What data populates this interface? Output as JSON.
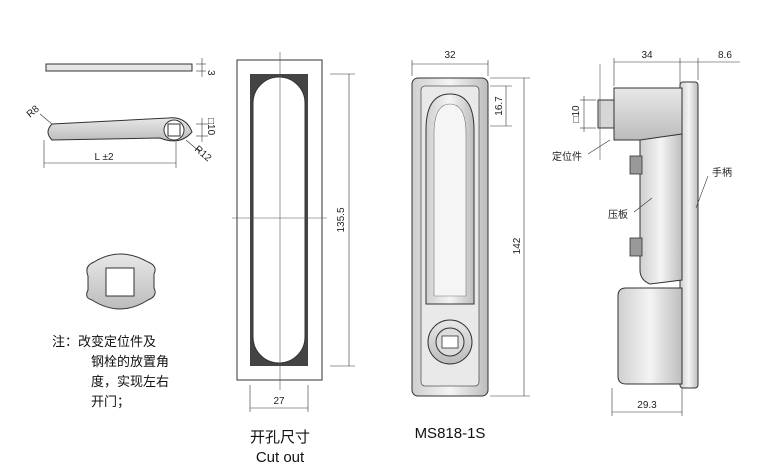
{
  "dims": {
    "thickness": "3",
    "radius8": "R8",
    "square10a": "□10",
    "length": "L ±2",
    "radius12": "R12",
    "cut_height": "135.5",
    "cut_width": "27",
    "front_width": "32",
    "front_top": "16.7",
    "front_height": "142",
    "side_width": "34",
    "side_flange": "8.6",
    "square10b": "□10",
    "side_bottom": "29.3"
  },
  "labels": {
    "positioner": "定位件",
    "press_plate": "压板",
    "handle": "手柄"
  },
  "note": {
    "line1": "注：改变定位件及",
    "line2": "钢栓的放置角",
    "line3": "度，实现左右",
    "line4": "开门；"
  },
  "captions": {
    "cutout_cn": "开孔尺寸",
    "cutout_en": "Cut out",
    "model": "MS818-1S"
  }
}
